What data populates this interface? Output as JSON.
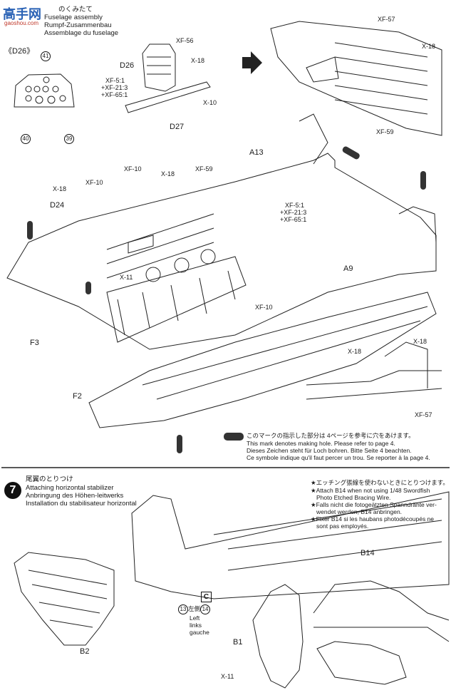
{
  "watermark": {
    "site": "高手网",
    "url": "gaoshou.com"
  },
  "step6": {
    "title_jp": "のくみたて",
    "title_en": "Fuselage assembly",
    "title_de": "Rumpf-Zusammenbau",
    "title_fr": "Assemblage du fuselage"
  },
  "parts": {
    "d26_ref": "《D26》",
    "d26": "D26",
    "d27": "D27",
    "d24": "D24",
    "a13": "A13",
    "a9": "A9",
    "f3": "F3",
    "f2": "F2",
    "p41": "41",
    "p40": "40",
    "p39": "39"
  },
  "paints": {
    "xf56": "XF-56",
    "x18": "X-18",
    "x10": "X-10",
    "x11": "X-11",
    "xf10": "XF-10",
    "xf59": "XF-59",
    "xf57": "XF-57",
    "mix_a": "XF-5:1",
    "mix_b": "+XF-21:3",
    "mix_c": "+XF-65:1"
  },
  "hole_note": {
    "jp": "このマークの指示した部分は 4ページを参考に穴をあけます。",
    "en": "This mark denotes making hole. Please refer to page 4.",
    "de": "Dieses Zeichen steht für Loch bohren. Bitte Seite 4 beachten.",
    "fr": "Ce symbole indique qu'il faut percer un trou. Se reporter à la page 4."
  },
  "step7": {
    "number": "7",
    "title_jp": "尾翼のとりつけ",
    "title_en": "Attaching horizontal stabilizer",
    "title_de": "Anbringung des Höhen-leitwerks",
    "title_fr": "Installation du stabilisateur horizontal"
  },
  "b14_note": {
    "jp": "★エッチング張線を使わないときにとりつけます。",
    "en1": "★Attach B14 when not using 1/48 Swordfish",
    "en2": "Photo Etched Bracing Wire.",
    "de1": "★Falls nicht die fotogeätzten Spanndrähte ver-",
    "de2": "wendet werden, B14 anbringen.",
    "fr1": "★Fixer B14 si les haubans photodécoupés ne",
    "fr2": "sont pas employés."
  },
  "step7_parts": {
    "b2": "B2",
    "b1": "B1",
    "b14": "B14",
    "p13": "13",
    "p14": "14",
    "left_jp": "左側",
    "left_en": "Left",
    "left_de": "links",
    "left_fr": "gauche",
    "c_mark": "C",
    "x11": "X-11"
  }
}
